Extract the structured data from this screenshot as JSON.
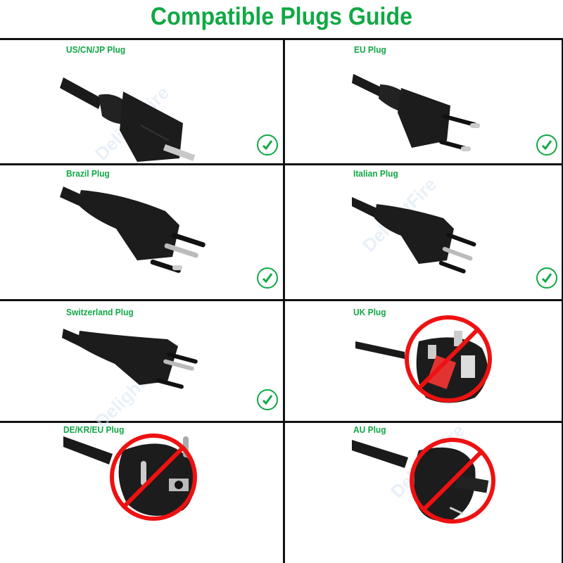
{
  "header": {
    "title": "Compatible Plugs Guide"
  },
  "colors": {
    "accent_green": "#11a845",
    "prohibit_red": "#ee1111",
    "grid": "#111111"
  },
  "watermark": "DelightFire",
  "plugs": [
    {
      "label": "US/CN/JP Plug",
      "compatible": true,
      "status_icon": "check-circle-icon",
      "pins": 2,
      "pin_type": "flat"
    },
    {
      "label": "EU Plug",
      "compatible": true,
      "status_icon": "check-circle-icon",
      "pins": 2,
      "pin_type": "round"
    },
    {
      "label": "Brazil Plug",
      "compatible": true,
      "status_icon": "check-circle-icon",
      "pins": 3,
      "pin_type": "round"
    },
    {
      "label": "Italian Plug",
      "compatible": true,
      "status_icon": "check-circle-icon",
      "pins": 3,
      "pin_type": "round-inline"
    },
    {
      "label": "Switzerland Plug",
      "compatible": true,
      "status_icon": "check-circle-icon",
      "pins": 3,
      "pin_type": "round"
    },
    {
      "label": "UK Plug",
      "compatible": false,
      "status_icon": "prohibited-icon",
      "pins": 3,
      "pin_type": "rectangular"
    },
    {
      "label": "DE/KR/EU Plug",
      "compatible": false,
      "status_icon": "prohibited-icon",
      "pins": 2,
      "pin_type": "schuko"
    },
    {
      "label": "AU Plug",
      "compatible": false,
      "status_icon": "prohibited-icon",
      "pins": 3,
      "pin_type": "angled-flat"
    }
  ]
}
